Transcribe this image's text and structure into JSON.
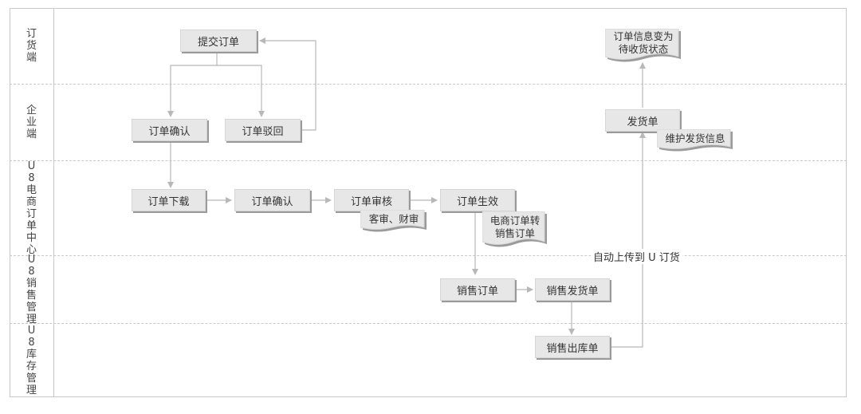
{
  "lanes": [
    {
      "label": "订货端"
    },
    {
      "label": "企业端"
    },
    {
      "label": "U8电商订单中心"
    },
    {
      "label": "U8销售管理"
    },
    {
      "label": "U8库存管理"
    }
  ],
  "nodes": {
    "submit_order": "提交订单",
    "confirm_order_enterprise": "订单确认",
    "reject_order": "订单驳回",
    "download_order": "订单下载",
    "confirm_order_center": "订单确认",
    "review_order": "订单审核",
    "order_effective": "订单生效",
    "delivery_note": "发货单",
    "sales_order": "销售订单",
    "sales_delivery_note": "销售发货单",
    "sales_outbound_note": "销售出库单"
  },
  "notes": {
    "status_change": "订单信息变为\n待收货状态",
    "maintain_delivery": "维护发货信息",
    "review_detail": "客审、财审",
    "convert_order": "电商订单转\n销售订单"
  },
  "edge_labels": {
    "auto_upload": "自动上传到 U 订货"
  },
  "colors": {
    "node_fill": "#e7e7e7",
    "node_shadow": "#9a9a9a",
    "line": "#b8b8b8",
    "frame": "#c9c9c9"
  }
}
